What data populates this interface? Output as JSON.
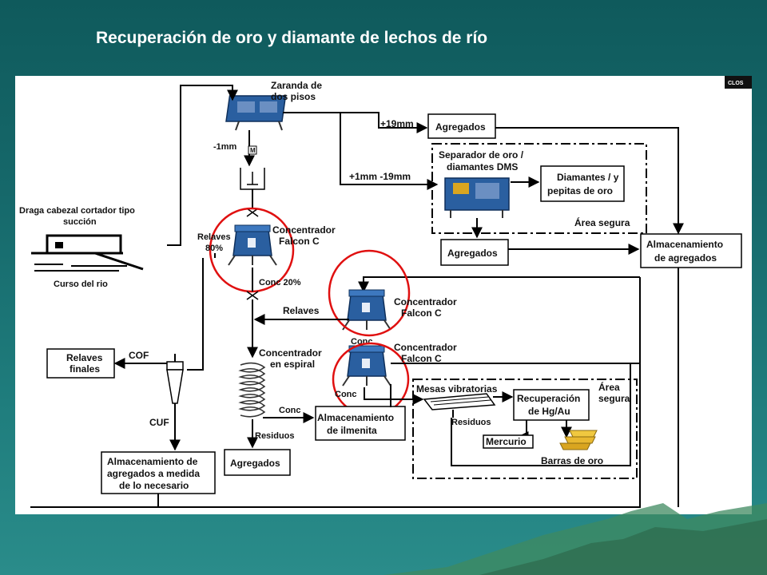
{
  "slide": {
    "title": "Recuperación de oro y diamante de lechos de río",
    "corner_badge": "CLOS"
  },
  "diagram": {
    "labels": {
      "zaranda_l1": "Zaranda de",
      "zaranda_l2": "dos pisos",
      "plus19": "+19mm",
      "minus1": "-1mm",
      "m": "M",
      "plus1minus19": "+1mm -19mm",
      "draga_l1": "Draga cabezal cortador tipo",
      "draga_l2": "succión",
      "curso": "Curso del rio",
      "relaves80_l1": "Relaves",
      "relaves80_l2": "80%",
      "concA_l1": "Concentrador",
      "concA_l2": "Falcon C",
      "conc20": "Conc 20%",
      "relaves_mid": "Relaves",
      "concB_l1": "Concentrador",
      "concB_l2": "Falcon C",
      "concB_out": "Conc",
      "concC_l1": "Concentrador",
      "concC_l2": "Falcon C",
      "concC_out": "Conc",
      "espiral_l1": "Concentrador",
      "espiral_l2": "en espiral",
      "cof": "COF",
      "cuf": "CUF",
      "conc_espiral": "Conc",
      "residuos_espiral": "Residuos",
      "mesas": "Mesas vibratorias",
      "residuos_mesas": "Residuos",
      "area_segura_top": "Área segura",
      "area_segura_bot_l1": "Área",
      "area_segura_bot_l2": "segura",
      "barras": "Barras de oro",
      "separador_l1": "Separador de oro /",
      "separador_l2": "diamantes DMS"
    },
    "boxes": {
      "agregados_top": "Agregados",
      "diamantes_l1": "Diamantes / y",
      "diamantes_l2": "pepitas de oro",
      "agregados_mid": "Agregados",
      "almac_agregados_l1": "Almacenamiento",
      "almac_agregados_l2": "de agregados",
      "relaves_finales_l1": "Relaves",
      "relaves_finales_l2": "finales",
      "almac_medida_l1": "Almacenamiento de",
      "almac_medida_l2": "agregados a medida",
      "almac_medida_l3": "de lo necesario",
      "agregados_bottom": "Agregados",
      "almac_ilmenita_l1": "Almacenamiento",
      "almac_ilmenita_l2": "de ilmenita",
      "recuperacion_l1": "Recuperación",
      "recuperacion_l2": "de Hg/Au",
      "mercurio": "Mercurio"
    },
    "colors": {
      "highlight_circle": "#e01010",
      "equipment_blue": "#2a5fa0",
      "line": "#000000"
    }
  }
}
